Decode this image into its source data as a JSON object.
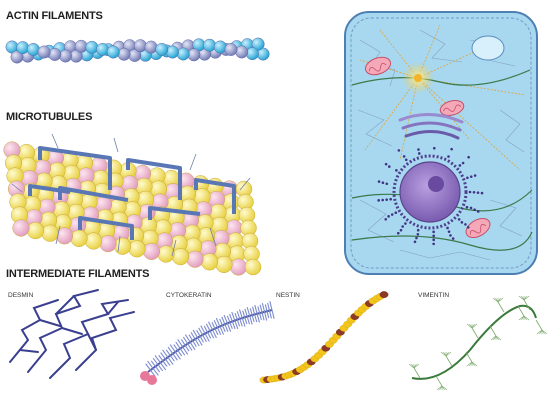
{
  "headings": {
    "actin": "ACTIN FILAMENTS",
    "microtubules": "MICROTUBULES",
    "intermediate": "INTERMEDIATE FILAMENTS"
  },
  "intermediate_types": {
    "desmin": "DESMIN",
    "cytokeratin": "CYTOKERATIN",
    "nestin": "NESTIN",
    "vimentin": "VIMENTIN"
  },
  "colors": {
    "actin_blue": "#2fb4e0",
    "actin_grey": "#8a93c9",
    "tubulin_yellow": "#f4e661",
    "tubulin_pink": "#f1b6cf",
    "map_blue": "#5a77b5",
    "desmin_navy": "#3a3f8f",
    "keratin_periwinkle": "#7d8cd0",
    "nestin_yellow": "#f1c51c",
    "nestin_brown": "#8c3a26",
    "vimentin_green": "#3a7a3a",
    "cell_fill": "#a8d8ef",
    "nucleus_purple": "#8d6bbf"
  }
}
